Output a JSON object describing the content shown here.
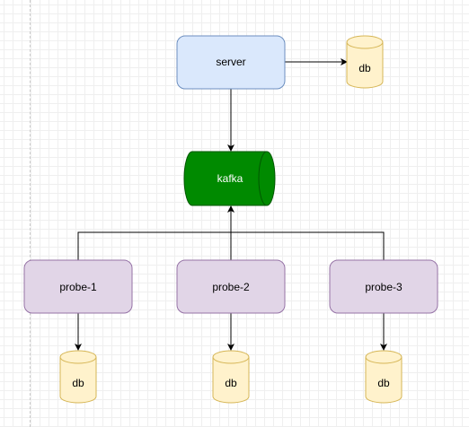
{
  "nodes": {
    "server": {
      "label": "server",
      "fill": "#dae8fc",
      "stroke": "#6c8ebf"
    },
    "db_server": {
      "label": "db",
      "fill": "#fff2cc",
      "stroke": "#d6b656"
    },
    "kafka": {
      "label": "kafka",
      "fill": "#008a00",
      "stroke": "#005700"
    },
    "probe1": {
      "label": "probe-1",
      "fill": "#e1d5e7",
      "stroke": "#9673a6"
    },
    "probe2": {
      "label": "probe-2",
      "fill": "#e1d5e7",
      "stroke": "#9673a6"
    },
    "probe3": {
      "label": "probe-3",
      "fill": "#e1d5e7",
      "stroke": "#9673a6"
    },
    "db_probe1": {
      "label": "db",
      "fill": "#fff2cc",
      "stroke": "#d6b656"
    },
    "db_probe2": {
      "label": "db",
      "fill": "#fff2cc",
      "stroke": "#d6b656"
    },
    "db_probe3": {
      "label": "db",
      "fill": "#fff2cc",
      "stroke": "#d6b656"
    }
  }
}
